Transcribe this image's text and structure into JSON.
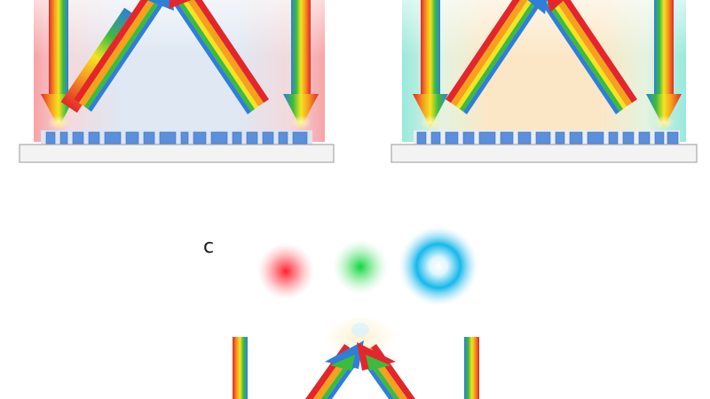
{
  "panels": {
    "c": {
      "label": "c",
      "spots": [
        {
          "name": "red",
          "color": "#ff1e2a"
        },
        {
          "name": "green",
          "color": "#1fd64a"
        },
        {
          "name": "blue",
          "color": "#16b8ea"
        }
      ]
    }
  },
  "colors": {
    "panel_a_glow": "#f6a0a4",
    "panel_a_fill": "#dde8f5",
    "panel_b_glow": "#8fe6dc",
    "panel_b_fill": "#fbe8c8",
    "cell_fill": "#5b8fdc",
    "substrate_fill": "#f2f2f2",
    "substrate_stroke": "#9a9a9a",
    "rainbow": [
      "#e3262c",
      "#f6a11e",
      "#f4e421",
      "#3dbb3d",
      "#2f7ed8"
    ]
  },
  "icons": [
    "down-arrow-icon",
    "diagonal-arrow-icon"
  ]
}
